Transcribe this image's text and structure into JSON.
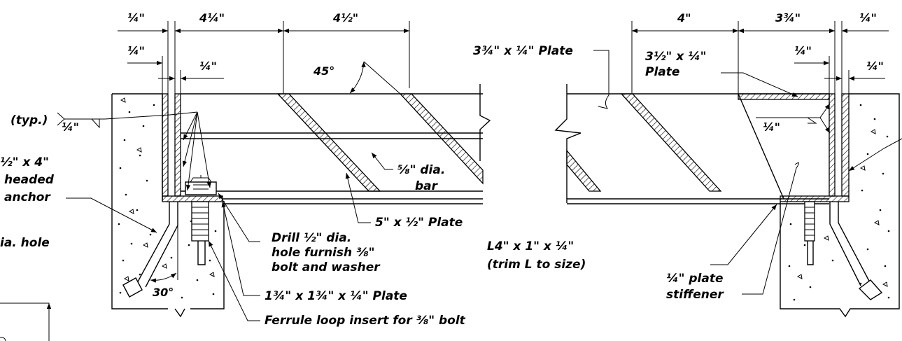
{
  "dimensions": {
    "left_quarter_top": "¼\"",
    "left_four_quarter": "4¼\"",
    "left_four_half": "4½\"",
    "left_quarter_mid": "¼\"",
    "left_quarter_small": "¼\"",
    "angle_45": "45°",
    "angle_30": "30°",
    "right_four": "4\"",
    "right_three_three_quarter": "3¾\"",
    "right_quarter_top": "¼\"",
    "right_quarter_mid": "¼\"",
    "right_quarter_small": "¼\"",
    "weld_left": "¼\"",
    "weld_right": "¼\""
  },
  "labels": {
    "typ": "(typ.)",
    "headed_anchor_l1": "½\" x 4\"",
    "headed_anchor_l2": "headed",
    "headed_anchor_l3": "anchor",
    "dia_hole": "ia. hole",
    "bar_l1": "⅝\" dia.",
    "bar_l2": "bar",
    "plate_5x12": "5\" x ½\" Plate",
    "drill_l1": "Drill ½\" dia.",
    "drill_l2": "hole furnish ⅜\"",
    "drill_l3": "bolt and washer",
    "plate_small": "1¾\" x 1¾\" x ¼\" Plate",
    "ferrule": "Ferrule loop insert for ⅜\" bolt",
    "plate_33q": "3¾\" x ¼\" Plate",
    "plate_312_l1": "3½\" x ¼\"",
    "plate_312_l2": "Plate",
    "angle_l1": "L4\" x 1\" x ¼\"",
    "angle_l2": "(trim L to size)",
    "stiffener_l1": "¼\" plate",
    "stiffener_l2": "stiffener"
  }
}
